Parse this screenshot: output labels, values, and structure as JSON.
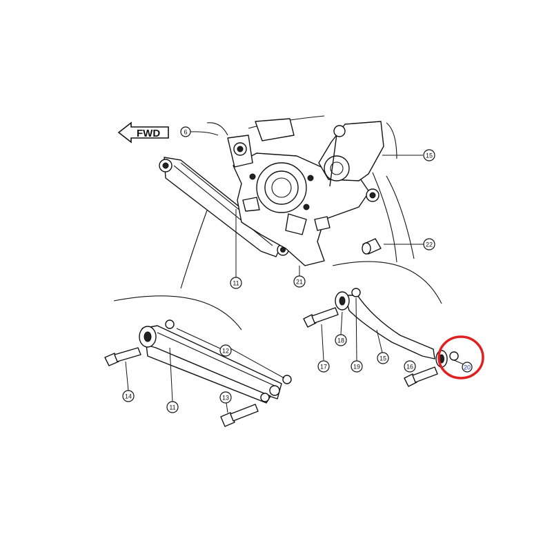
{
  "direction_label": "FWD",
  "callouts": [
    {
      "id": "c6",
      "label": "6"
    },
    {
      "id": "c11a",
      "label": "11"
    },
    {
      "id": "c11b",
      "label": "11"
    },
    {
      "id": "c12",
      "label": "12"
    },
    {
      "id": "c13",
      "label": "13"
    },
    {
      "id": "c14",
      "label": "14"
    },
    {
      "id": "c15a",
      "label": "15"
    },
    {
      "id": "c15b",
      "label": "15"
    },
    {
      "id": "c16",
      "label": "16"
    },
    {
      "id": "c17",
      "label": "17"
    },
    {
      "id": "c18",
      "label": "18"
    },
    {
      "id": "c19",
      "label": "19"
    },
    {
      "id": "c20",
      "label": "20"
    },
    {
      "id": "c21",
      "label": "21"
    },
    {
      "id": "c22",
      "label": "22"
    }
  ],
  "highlight": {
    "target": "20",
    "color": "#e02020"
  },
  "colors": {
    "ink": "#111111",
    "highlight_number": "#2233aa"
  }
}
